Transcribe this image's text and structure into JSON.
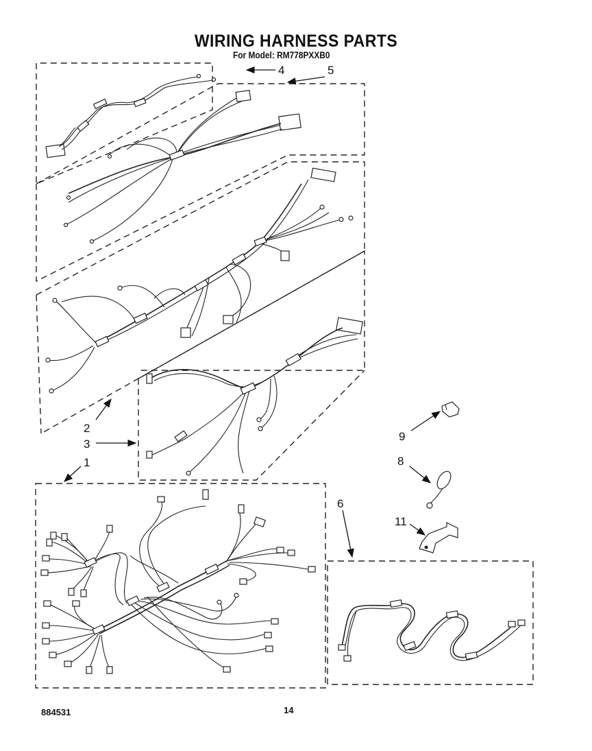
{
  "header": {
    "title": "WIRING HARNESS PARTS",
    "model_line": "For Model: RM778PXXB0"
  },
  "callouts": [
    "4",
    "5",
    "2",
    "3",
    "1",
    "9",
    "8",
    "6",
    "11"
  ],
  "footer": {
    "document_number": "884531",
    "page_number": "14"
  }
}
